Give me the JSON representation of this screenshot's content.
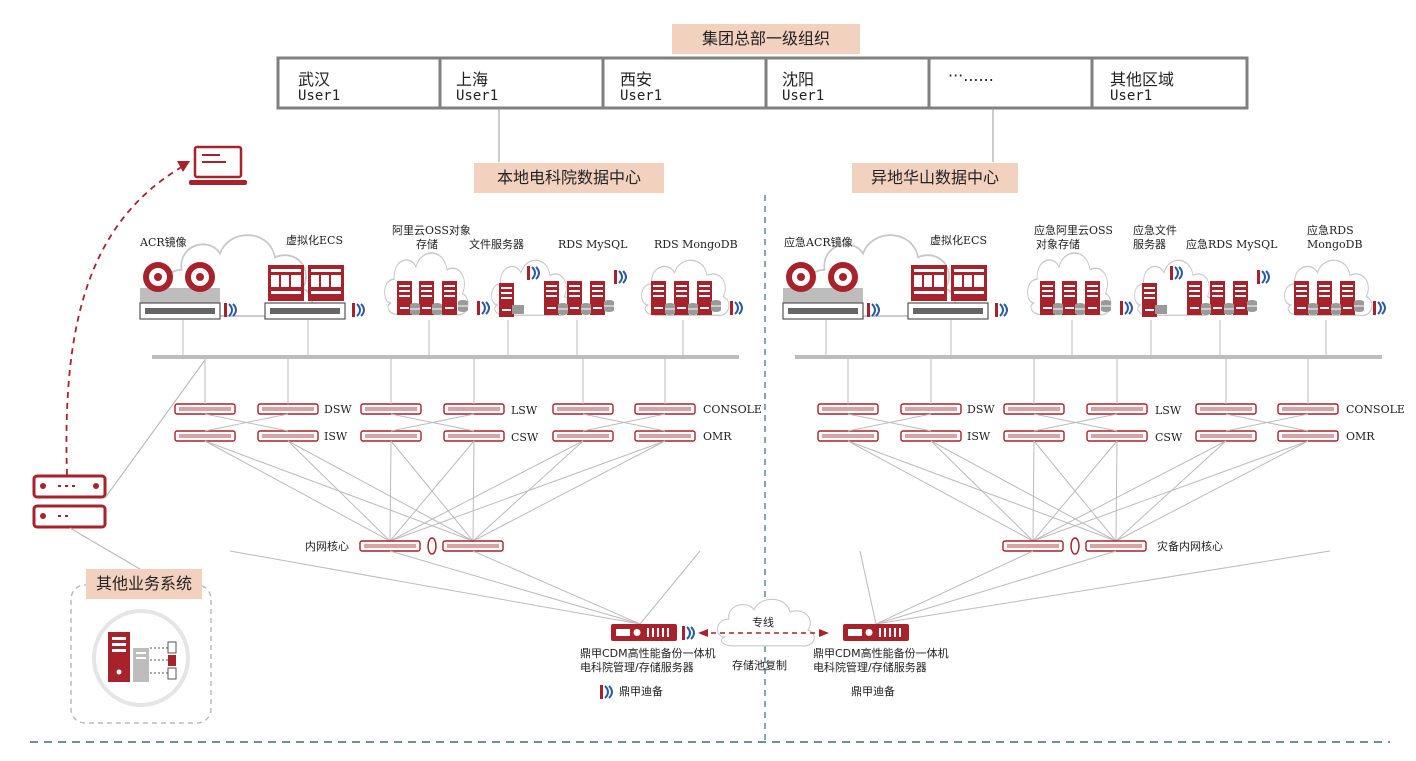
{
  "header": {
    "title": "集团总部一级组织"
  },
  "regions": [
    {
      "name": "武汉",
      "user": "User1"
    },
    {
      "name": "上海",
      "user": "User1"
    },
    {
      "name": "西安",
      "user": "User1"
    },
    {
      "name": "沈阳",
      "user": "User1"
    },
    {
      "name": "···......",
      "user": ""
    },
    {
      "name": "其他区域",
      "user": "User1"
    }
  ],
  "local_dc": {
    "title": "本地电科院数据中心",
    "services": {
      "acr": "ACR镜像",
      "ecs": "虚拟化ECS",
      "oss_1": "阿里云OSS对象",
      "oss_2": "存储",
      "file": "文件服务器",
      "rds_mysql": "RDS MySQL",
      "rds_mongo": "RDS MongoDB"
    },
    "switches": {
      "dsw": "DSW",
      "isw": "ISW",
      "lsw": "LSW",
      "csw": "CSW",
      "console": "CONSOLE",
      "omr": "OMR"
    },
    "core": "内网核心",
    "appliance_1": "鼎甲CDM高性能备份一体机",
    "appliance_2": "电科院管理/存储服务器",
    "brand": "鼎甲迪备"
  },
  "remote_dc": {
    "title": "异地华山数据中心",
    "services": {
      "acr": "应急ACR镜像",
      "ecs": "虚拟化ECS",
      "oss_1": "应急阿里云OSS",
      "oss_2": "对象存储",
      "file_1": "应急文件",
      "file_2": "服务器",
      "rds_mysql": "应急RDS MySQL",
      "rds_mongo_1": "应急RDS",
      "rds_mongo_2": "MongoDB"
    },
    "switches": {
      "dsw": "DSW",
      "isw": "ISW",
      "lsw": "LSW",
      "csw": "CSW",
      "console": "CONSOLE",
      "omr": "OMR"
    },
    "core": "灾备内网核心",
    "appliance_1": "鼎甲CDM高性能备份一体机",
    "appliance_2": "电科院管理/存储服务器",
    "brand": "鼎甲迪备"
  },
  "link": {
    "line": "专线",
    "replication": "存储池复制"
  },
  "other_systems": {
    "title": "其他业务系统"
  },
  "colors": {
    "brand_red": "#a7222a",
    "tag_bg": "#f2d1bf",
    "line_gray": "#bbbbbb",
    "dash_teal": "#3e6b73"
  }
}
